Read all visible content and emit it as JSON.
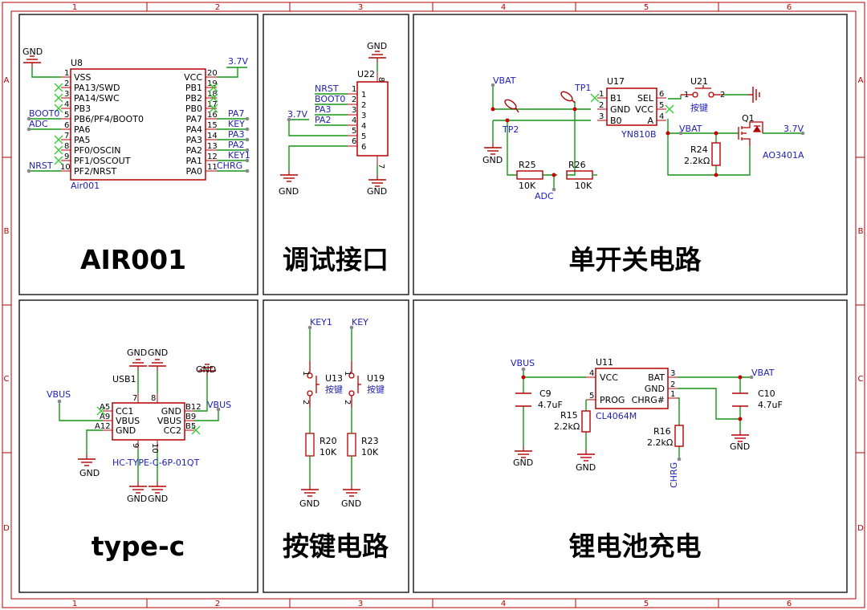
{
  "frame": {
    "col_labels": [
      "1",
      "2",
      "3",
      "4",
      "5",
      "6"
    ],
    "row_labels": [
      "A",
      "B",
      "C",
      "D"
    ]
  },
  "colors": {
    "wire": "#149614",
    "part": "#b40000",
    "net": "#1e1eb4",
    "text": "#000000",
    "noconnect": "#33cc33",
    "junction": "#cc0000",
    "port": "#888888"
  },
  "sections": {
    "air001": {
      "title": "AIR001"
    },
    "debug": {
      "title": "调试接口"
    },
    "switch": {
      "title": "单开关电路"
    },
    "typec": {
      "title": "type-c"
    },
    "keys": {
      "title": "按键电路"
    },
    "charge": {
      "title": "锂电池充电"
    }
  },
  "u8": {
    "ref": "U8",
    "value": "Air001",
    "gnd": "GND",
    "vcc_net": "3.7V",
    "left_pins": [
      {
        "num": "1",
        "name": "VSS"
      },
      {
        "num": "2",
        "name": "PA13/SWD"
      },
      {
        "num": "3",
        "name": "PA14/SWC"
      },
      {
        "num": "4",
        "name": "PB3"
      },
      {
        "num": "5",
        "name": "PB6/PF4/BOOT0"
      },
      {
        "num": "6",
        "name": "PA6"
      },
      {
        "num": "7",
        "name": "PA5"
      },
      {
        "num": "8",
        "name": "PF0/OSCIN"
      },
      {
        "num": "9",
        "name": "PF1/OSCOUT"
      },
      {
        "num": "10",
        "name": "PF2/NRST"
      }
    ],
    "right_pins": [
      {
        "num": "20",
        "name": "VCC"
      },
      {
        "num": "19",
        "name": "PB1"
      },
      {
        "num": "18",
        "name": "PB2"
      },
      {
        "num": "17",
        "name": "PB0"
      },
      {
        "num": "16",
        "name": "PA7"
      },
      {
        "num": "15",
        "name": "PA4"
      },
      {
        "num": "14",
        "name": "PA3"
      },
      {
        "num": "13",
        "name": "PA2"
      },
      {
        "num": "12",
        "name": "PA1"
      },
      {
        "num": "11",
        "name": "PA0"
      }
    ],
    "left_nets": {
      "boot0": "BOOT0",
      "adc": "ADC",
      "nrst": "NRST"
    },
    "right_nets": {
      "pa7": "PA7",
      "key": "KEY",
      "pa3": "PA3",
      "pa2": "PA2",
      "key1": "KEY1",
      "chrg": "CHRG"
    }
  },
  "u22": {
    "ref": "U22",
    "pins": [
      "1",
      "2",
      "3",
      "4",
      "5",
      "6",
      "7",
      "8"
    ],
    "nets": [
      "NRST",
      "BOOT0",
      "PA3",
      "PA2"
    ],
    "v37": "3.7V",
    "gnd_top": "GND",
    "gnd_bot1": "GND",
    "gnd_bot2": "GND"
  },
  "switch_ckt": {
    "vbat": "VBAT",
    "tp1": "TP1",
    "tp2": "TP2",
    "gnd": "GND",
    "r25": {
      "ref": "R25",
      "value": "10K"
    },
    "r26": {
      "ref": "R26",
      "value": "10K"
    },
    "adc": "ADC",
    "u17": {
      "ref": "U17",
      "value": "YN810B",
      "pins_left": [
        {
          "num": "1",
          "name": "B1"
        },
        {
          "num": "2",
          "name": "GND"
        },
        {
          "num": "3",
          "name": "B0"
        }
      ],
      "pins_right": [
        {
          "num": "6",
          "name": "SEL"
        },
        {
          "num": "5",
          "name": "VCC"
        },
        {
          "num": "4",
          "name": "A"
        }
      ]
    },
    "u21": {
      "ref": "U21",
      "label": "按键",
      "pin1": "1",
      "pin2": "2"
    },
    "vbat2": "VBAT",
    "r24": {
      "ref": "R24",
      "value": "2.2kΩ"
    },
    "q1": {
      "ref": "Q1",
      "value": "AO3401A"
    },
    "v37": "3.7V"
  },
  "typec_ckt": {
    "usb": {
      "ref": "USB1",
      "value": "HC-TYPE-C-6P-01QT",
      "pins_left": [
        {
          "num": "A5",
          "name": "CC1"
        },
        {
          "num": "A9",
          "name": "VBUS"
        },
        {
          "num": "A12",
          "name": "GND"
        }
      ],
      "pins_right": [
        {
          "num": "B12",
          "name": "GND"
        },
        {
          "num": "B9",
          "name": "VBUS"
        },
        {
          "num": "B5",
          "name": "CC2"
        }
      ],
      "top_pins": [
        "7",
        "8"
      ],
      "bottom_pins": [
        "9",
        "10"
      ]
    },
    "vbus_left": "VBUS",
    "vbus_right": "VBUS",
    "gnd_top1": "GND",
    "gnd_top2": "GND",
    "gnd_right": "GND",
    "gnd_left": "GND",
    "gnd_bot1": "GND",
    "gnd_bot2": "GND"
  },
  "keys_ckt": {
    "k1": {
      "net": "KEY1",
      "ref": "U13",
      "label": "按键",
      "r": "R20",
      "rv": "10K",
      "gnd": "GND",
      "p1": "1",
      "p2": "2"
    },
    "k2": {
      "net": "KEY",
      "ref": "U19",
      "label": "按键",
      "r": "R23",
      "rv": "10K",
      "gnd": "GND",
      "p1": "1",
      "p2": "2"
    }
  },
  "charge_ckt": {
    "vbus": "VBUS",
    "u11": {
      "ref": "U11",
      "value": "CL4064M",
      "pins_left": [
        {
          "num": "4",
          "name": "VCC"
        },
        {
          "num": "5",
          "name": "PROG"
        }
      ],
      "pins_right": [
        {
          "num": "3",
          "name": "BAT"
        },
        {
          "num": "2",
          "name": "GND"
        },
        {
          "num": "1",
          "name": "CHRG#"
        }
      ]
    },
    "c9": {
      "ref": "C9",
      "value": "4.7uF"
    },
    "c10": {
      "ref": "C10",
      "value": "4.7uF"
    },
    "r15": {
      "ref": "R15",
      "value": "2.2kΩ"
    },
    "r16": {
      "ref": "R16",
      "value": "2.2kΩ"
    },
    "vbat": "VBAT",
    "chrg": "CHRG",
    "gnd1": "GND",
    "gnd2": "GND",
    "gnd3": "GND"
  }
}
